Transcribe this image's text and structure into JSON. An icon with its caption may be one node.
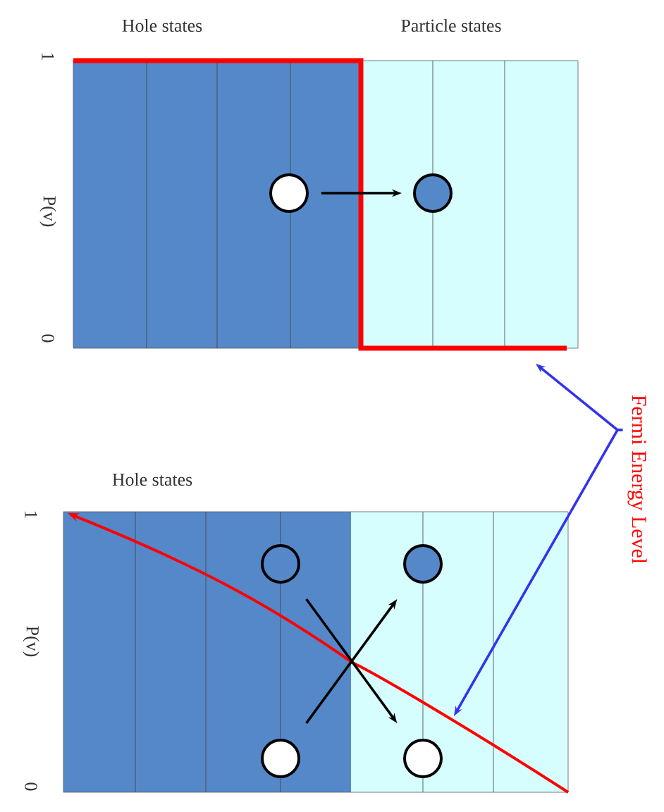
{
  "diagram": {
    "nodes": [
      {
        "text": [],
        "shape": "circle"
      },
      {
        "text": [],
        "shape": "circle"
      },
      {
        "text": [],
        "shape": "circle"
      },
      {
        "text": [],
        "shape": "circle"
      },
      {
        "text": [],
        "shape": "circle"
      },
      {
        "text": [],
        "shape": "circle"
      },
      {
        "text": [
          "Fermi Energy Level"
        ]
      }
    ],
    "edges": [
      {
        "from": 0,
        "to": 1,
        "arrow": "to"
      },
      {
        "from": 2,
        "to": 5,
        "arrow": "to"
      },
      {
        "from": 4,
        "to": 3,
        "arrow": "to"
      },
      {
        "from": 6,
        "to": null,
        "arrow": "to",
        "color": "#3333ee"
      },
      {
        "from": 6,
        "to": null,
        "arrow": "to",
        "color": "#3333ee"
      }
    ],
    "labels": [
      "Hole states",
      "Particle states",
      "1",
      "P(v)",
      "0",
      "Hole states",
      "1",
      "P(v)",
      "0"
    ]
  }
}
